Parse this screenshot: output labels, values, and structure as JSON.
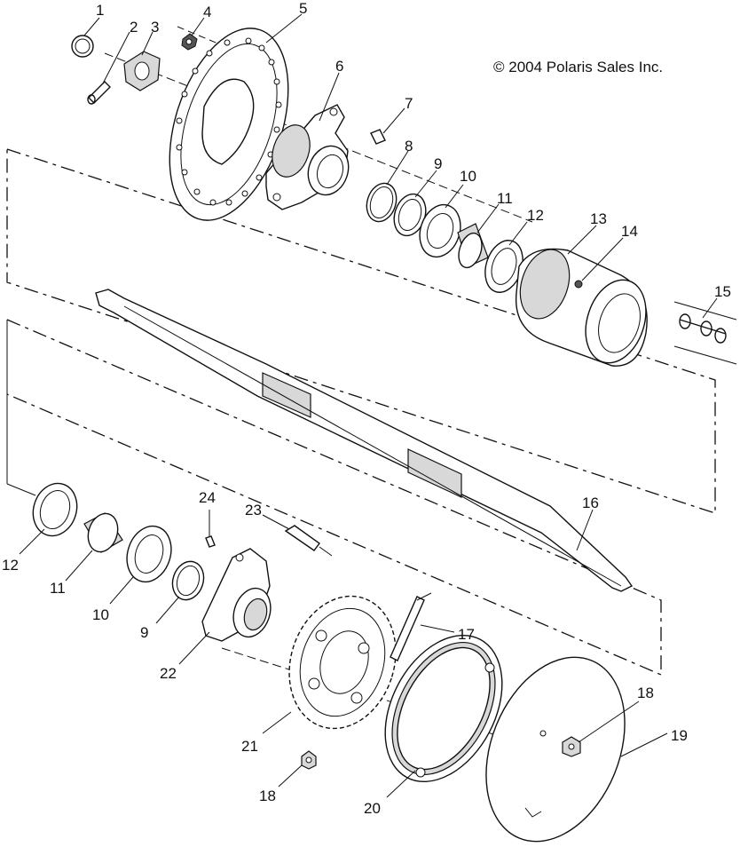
{
  "copyright": "© 2004 Polaris Sales Inc.",
  "callouts": [
    {
      "id": "1",
      "label": "1"
    },
    {
      "id": "2",
      "label": "2"
    },
    {
      "id": "3",
      "label": "3"
    },
    {
      "id": "4",
      "label": "4"
    },
    {
      "id": "5",
      "label": "5"
    },
    {
      "id": "6",
      "label": "6"
    },
    {
      "id": "7",
      "label": "7"
    },
    {
      "id": "8",
      "label": "8"
    },
    {
      "id": "9a",
      "label": "9"
    },
    {
      "id": "10a",
      "label": "10"
    },
    {
      "id": "11a",
      "label": "11"
    },
    {
      "id": "12a",
      "label": "12"
    },
    {
      "id": "13",
      "label": "13"
    },
    {
      "id": "14",
      "label": "14"
    },
    {
      "id": "15",
      "label": "15"
    },
    {
      "id": "16",
      "label": "16"
    },
    {
      "id": "17",
      "label": "17"
    },
    {
      "id": "18a",
      "label": "18"
    },
    {
      "id": "19",
      "label": "19"
    },
    {
      "id": "12b",
      "label": "12"
    },
    {
      "id": "11b",
      "label": "11"
    },
    {
      "id": "10b",
      "label": "10"
    },
    {
      "id": "9b",
      "label": "9"
    },
    {
      "id": "22",
      "label": "22"
    },
    {
      "id": "24",
      "label": "24"
    },
    {
      "id": "23",
      "label": "23"
    },
    {
      "id": "21",
      "label": "21"
    },
    {
      "id": "18b",
      "label": "18"
    },
    {
      "id": "20",
      "label": "20"
    }
  ]
}
